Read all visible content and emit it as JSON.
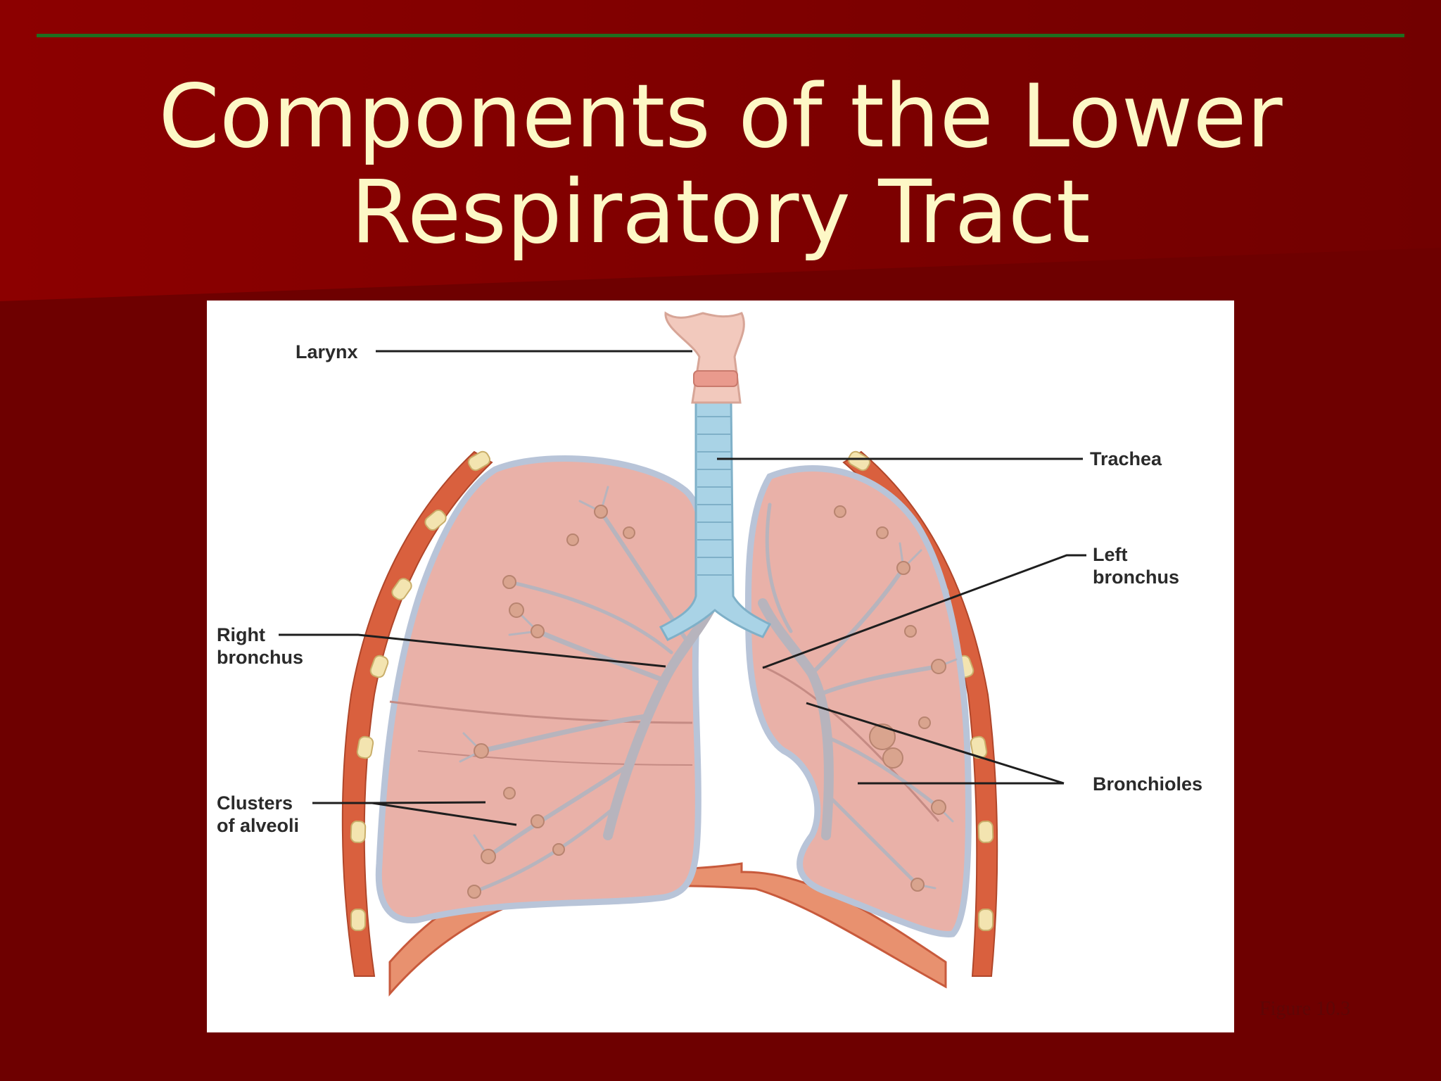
{
  "slide": {
    "title_line1": "Components of the Lower",
    "title_line2": "Respiratory Tract",
    "caption": "Figure 10.3"
  },
  "labels": {
    "larynx": "Larynx",
    "trachea": "Trachea",
    "left_bronchus_1": "Left",
    "left_bronchus_2": "bronchus",
    "right_bronchus_1": "Right",
    "right_bronchus_2": "bronchus",
    "alveoli_1": "Clusters",
    "alveoli_2": "of alveoli",
    "bronchioles": "Bronchioles"
  },
  "colors": {
    "background": "#6f0000",
    "title_text": "#fdf8c6",
    "accent_line": "#1f6e1f",
    "lung_fill": "#e9b1a8",
    "trachea_fill": "#a9d3e6",
    "muscle": "#d9603e"
  }
}
